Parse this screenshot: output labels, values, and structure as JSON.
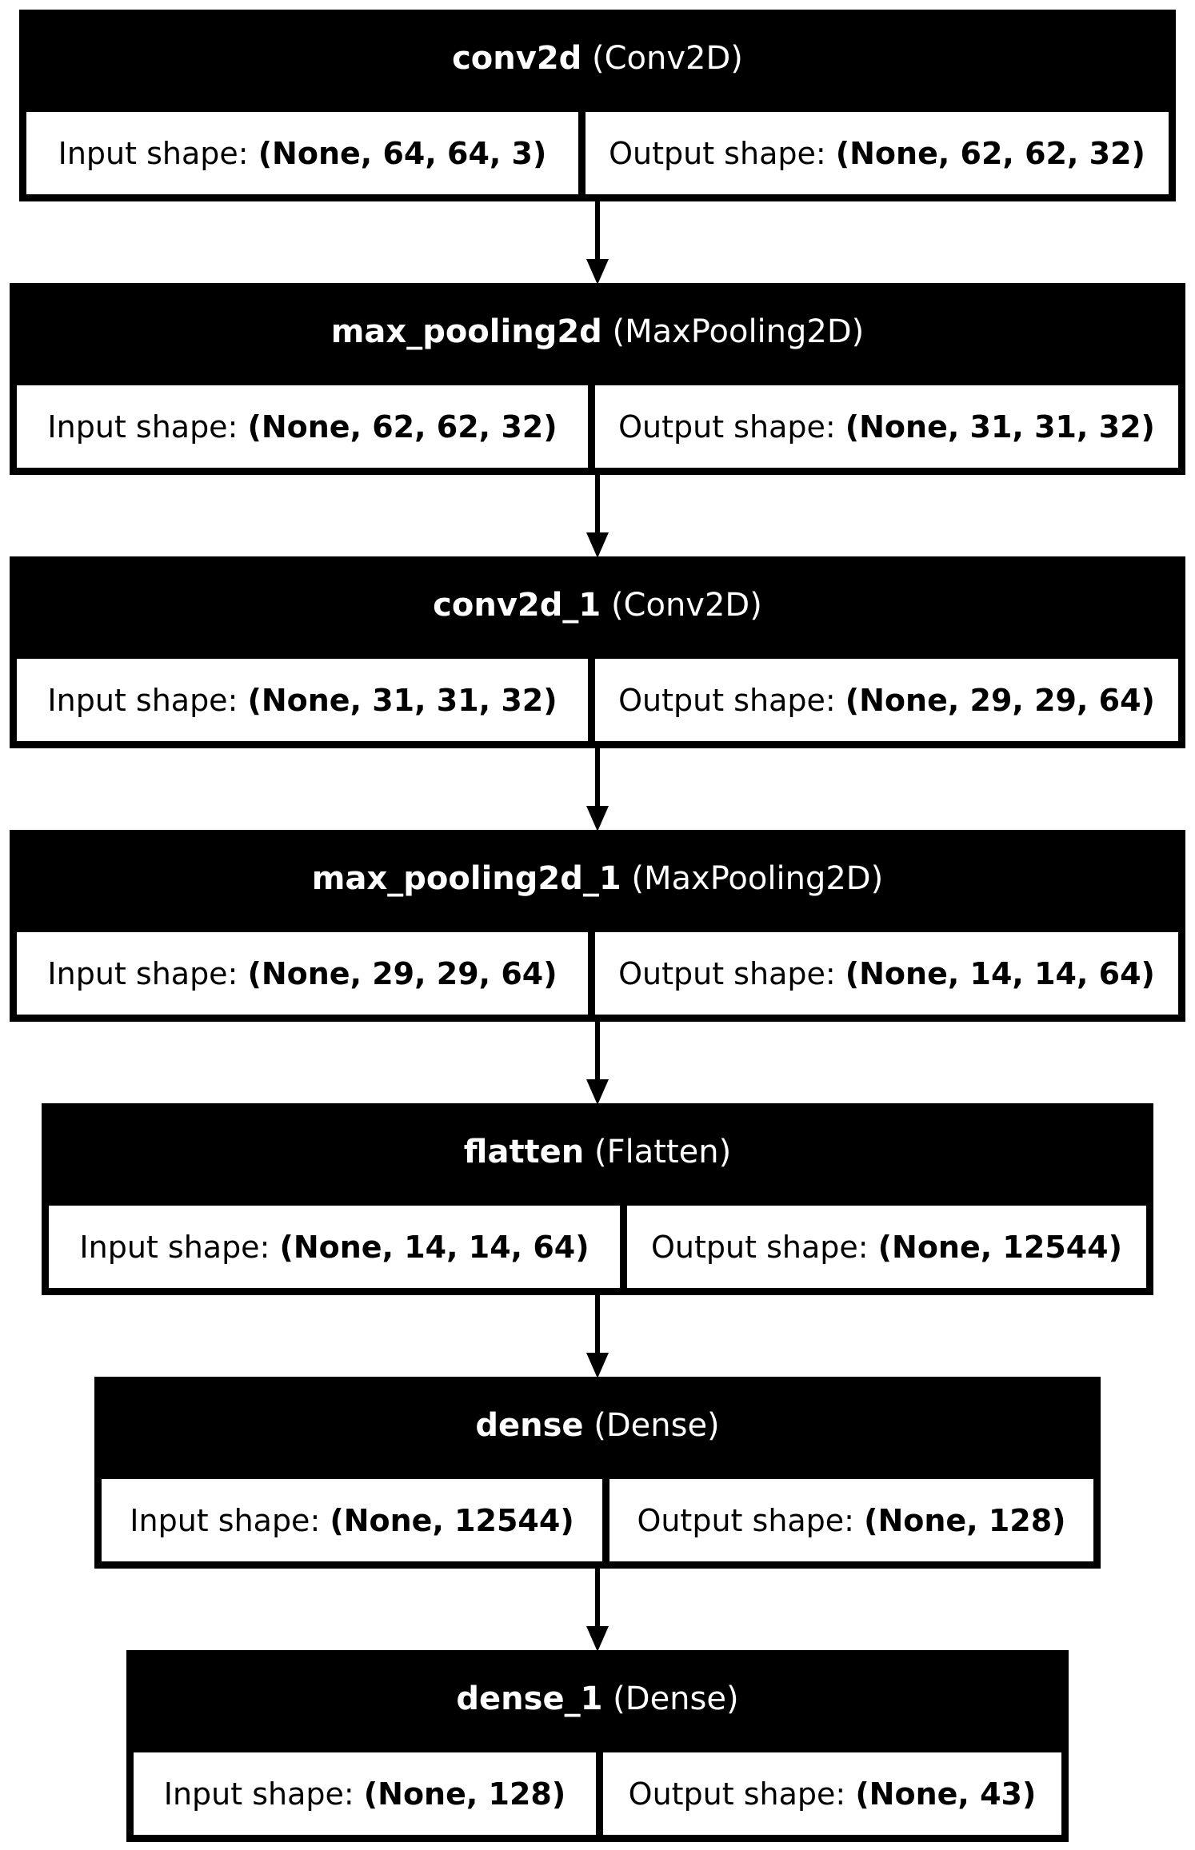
{
  "layers": [
    {
      "name": "conv2d",
      "type": "(Conv2D)",
      "input_label": "Input shape: ",
      "input_shape": "(None, 64, 64, 3)",
      "output_label": "Output shape: ",
      "output_shape": "(None, 62, 62, 32)"
    },
    {
      "name": "max_pooling2d",
      "type": "(MaxPooling2D)",
      "input_label": "Input shape: ",
      "input_shape": "(None, 62, 62, 32)",
      "output_label": "Output shape: ",
      "output_shape": "(None, 31, 31, 32)"
    },
    {
      "name": "conv2d_1",
      "type": "(Conv2D)",
      "input_label": "Input shape: ",
      "input_shape": "(None, 31, 31, 32)",
      "output_label": "Output shape: ",
      "output_shape": "(None, 29, 29, 64)"
    },
    {
      "name": "max_pooling2d_1",
      "type": "(MaxPooling2D)",
      "input_label": "Input shape: ",
      "input_shape": "(None, 29, 29, 64)",
      "output_label": "Output shape: ",
      "output_shape": "(None, 14, 14, 64)"
    },
    {
      "name": "flatten",
      "type": "(Flatten)",
      "input_label": "Input shape: ",
      "input_shape": "(None, 14, 14, 64)",
      "output_label": "Output shape: ",
      "output_shape": "(None, 12544)"
    },
    {
      "name": "dense",
      "type": "(Dense)",
      "input_label": "Input shape: ",
      "input_shape": "(None, 12544)",
      "output_label": "Output shape: ",
      "output_shape": "(None, 128)"
    },
    {
      "name": "dense_1",
      "type": "(Dense)",
      "input_label": "Input shape: ",
      "input_shape": "(None, 128)",
      "output_label": "Output shape: ",
      "output_shape": "(None, 43)"
    }
  ],
  "colors": {
    "header": "#000000",
    "cell": "#ffffff",
    "text_header": "#ffffff",
    "text_cell": "#000000"
  }
}
